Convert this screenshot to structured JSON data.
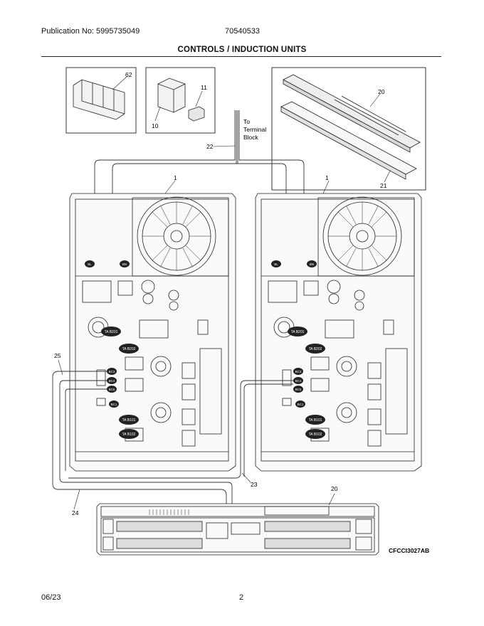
{
  "header": {
    "publication": "Publication No: 5995735049",
    "model": "70540533",
    "title": "CONTROLS / INDUCTION UNITS"
  },
  "footer": {
    "date": "06/23",
    "page": "2"
  },
  "diagram": {
    "code": "CFCCI3027AB",
    "terminal_note": [
      "To",
      "Terminal",
      "Block"
    ],
    "part_labels": {
      "p62": "62",
      "p11": "11",
      "p10": "10",
      "p20_top": "20",
      "p21": "21",
      "p22": "22",
      "p1_left": "1",
      "p1_right": "1",
      "p25": "25",
      "p23": "23",
      "p24": "24",
      "p20_bottom": "20"
    },
    "connector_tags": [
      "BL",
      "BN",
      "TA B201",
      "TA B202",
      "BC3",
      "BC4",
      "BC5",
      "BC1",
      "TA B101",
      "TA B102"
    ]
  }
}
